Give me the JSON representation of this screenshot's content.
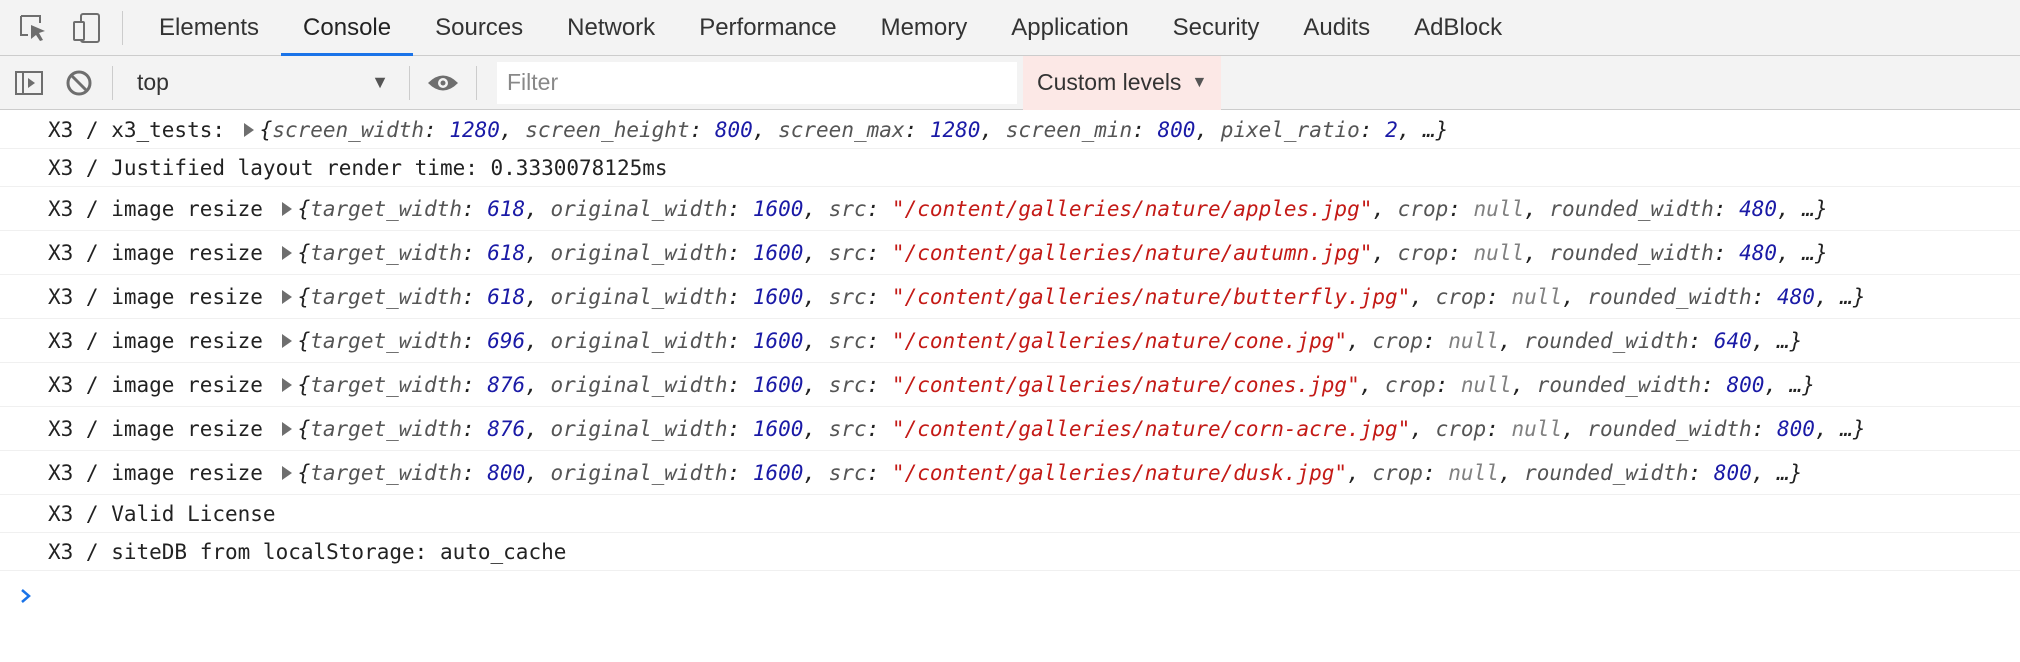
{
  "tabs": [
    "Elements",
    "Console",
    "Sources",
    "Network",
    "Performance",
    "Memory",
    "Application",
    "Security",
    "Audits",
    "AdBlock"
  ],
  "active_tab": "Console",
  "toolbar": {
    "context": "top",
    "filter_placeholder": "Filter",
    "levels_label": "Custom levels"
  },
  "console": {
    "prefix": "X3 / ",
    "x3_tests": {
      "label": "x3_tests: ",
      "screen_width": "1280",
      "screen_height": "800",
      "screen_max": "1280",
      "screen_min": "800",
      "pixel_ratio": "2"
    },
    "render_time": "Justified layout render time: 0.3330078125ms",
    "resize_label": "image resize ",
    "resizes": [
      {
        "target_width": "618",
        "original_width": "1600",
        "src": "\"/content/galleries/nature/apples.jpg\"",
        "crop": "null",
        "rounded_width": "480"
      },
      {
        "target_width": "618",
        "original_width": "1600",
        "src": "\"/content/galleries/nature/autumn.jpg\"",
        "crop": "null",
        "rounded_width": "480"
      },
      {
        "target_width": "618",
        "original_width": "1600",
        "src": "\"/content/galleries/nature/butterfly.jpg\"",
        "crop": "null",
        "rounded_width": "480"
      },
      {
        "target_width": "696",
        "original_width": "1600",
        "src": "\"/content/galleries/nature/cone.jpg\"",
        "crop": "null",
        "rounded_width": "640"
      },
      {
        "target_width": "876",
        "original_width": "1600",
        "src": "\"/content/galleries/nature/cones.jpg\"",
        "crop": "null",
        "rounded_width": "800"
      },
      {
        "target_width": "876",
        "original_width": "1600",
        "src": "\"/content/galleries/nature/corn-acre.jpg\"",
        "crop": "null",
        "rounded_width": "800"
      },
      {
        "target_width": "800",
        "original_width": "1600",
        "src": "\"/content/galleries/nature/dusk.jpg\"",
        "crop": "null",
        "rounded_width": "800"
      }
    ],
    "license": "Valid License",
    "sitedb": "siteDB from localStorage: auto_cache"
  }
}
